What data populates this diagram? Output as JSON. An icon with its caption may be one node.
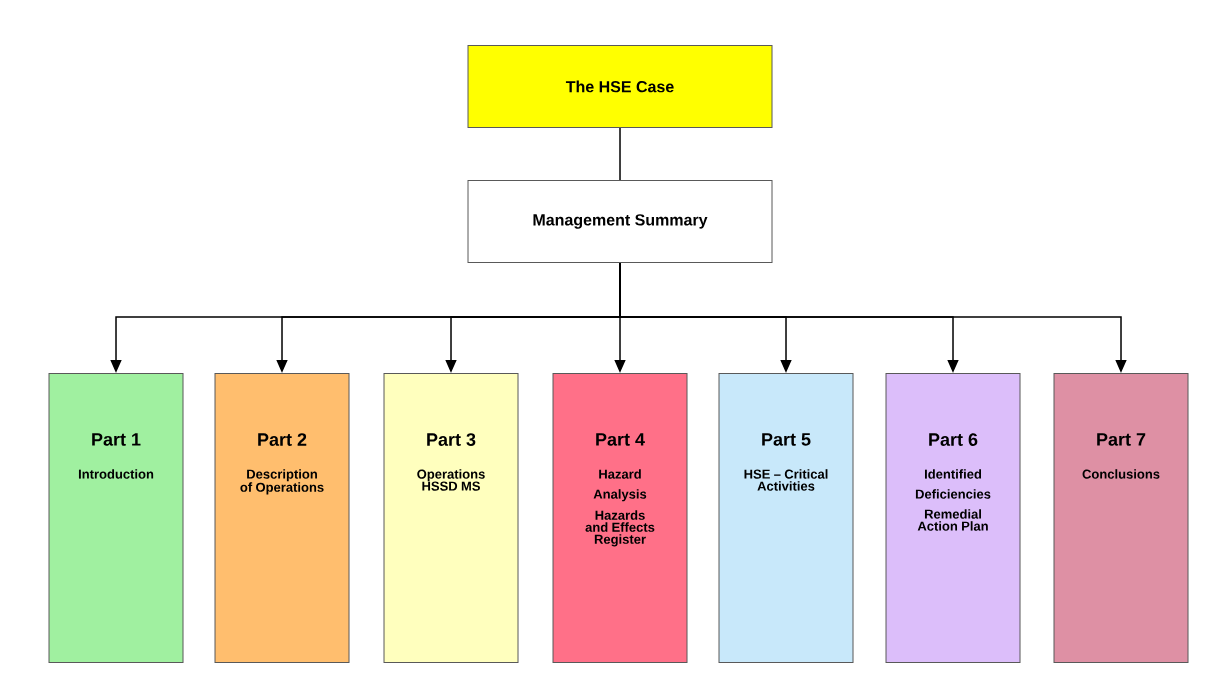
{
  "diagram": {
    "nodes": [
      {
        "text": [
          "The HSE Case"
        ]
      },
      {
        "text": [
          "Management Summary"
        ]
      },
      {
        "text": [
          "Part 1",
          "Introduction"
        ]
      },
      {
        "text": [
          "Part 2",
          "Description of Operations"
        ]
      },
      {
        "text": [
          "Part 3",
          "Operations HSSD MS"
        ]
      },
      {
        "text": [
          "Part 4",
          "Hazard Analysis",
          "Hazards and Effects Register"
        ]
      },
      {
        "text": [
          "Part 5",
          "HSE – Critical Activities"
        ]
      },
      {
        "text": [
          "Part  6",
          "Identified Deficiencies",
          "Remedial Action Plan"
        ]
      },
      {
        "text": [
          "Part 7",
          "Conclusions"
        ]
      }
    ],
    "edges": [
      {
        "from": 0,
        "to": 1,
        "arrow": "none"
      },
      {
        "from": 1,
        "to": 2,
        "arrow": "to"
      },
      {
        "from": 1,
        "to": 3,
        "arrow": "to"
      },
      {
        "from": 1,
        "to": 4,
        "arrow": "to"
      },
      {
        "from": 1,
        "to": 5,
        "arrow": "to"
      },
      {
        "from": 1,
        "to": 6,
        "arrow": "to"
      },
      {
        "from": 1,
        "to": 7,
        "arrow": "to"
      },
      {
        "from": 1,
        "to": 8,
        "arrow": "to"
      }
    ]
  }
}
